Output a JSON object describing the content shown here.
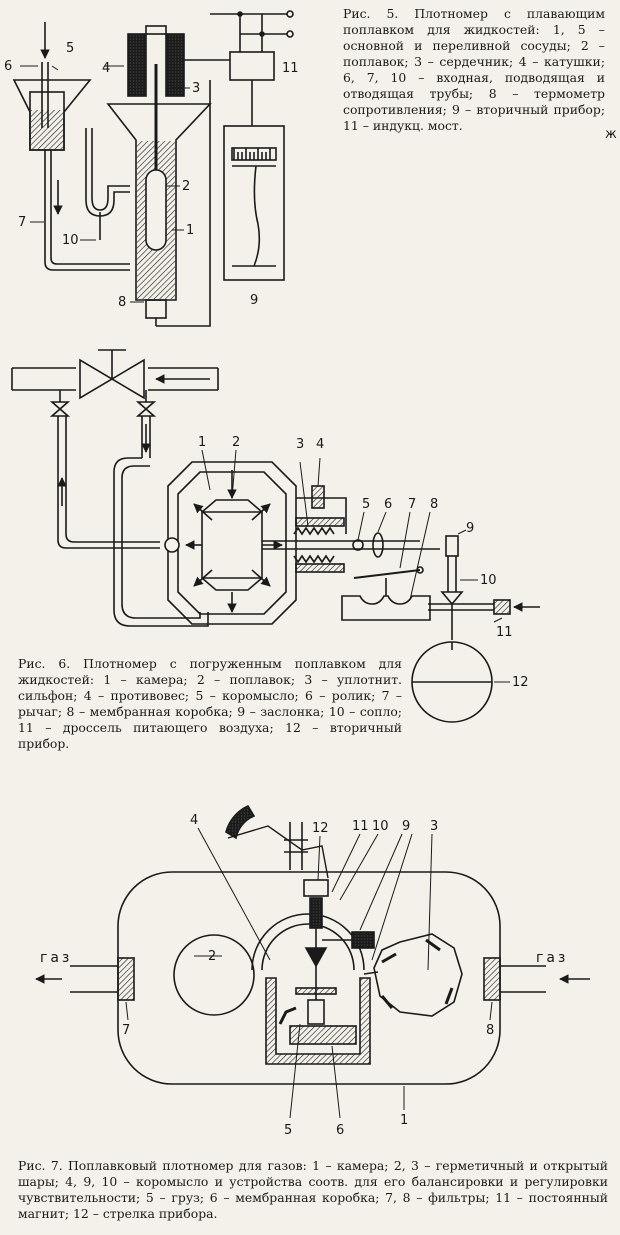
{
  "captions": {
    "fig5": "Рис. 5. Плотномер с плавающим поплавком для жидкостей: 1, 5 – основной и переливной сосуды; 2 – поплавок; 3 – сердечник; 4 – катушки; 6, 7, 10 – входная, подводящая и отводящая трубы; 8 – термометр сопротивления; 9 – вторичный прибор; 11 – индукц. мост.",
    "fig6": "Рис. 6. Плотномер с погруженным поплавком для жидкостей: 1 – камера; 2 – поплавок; 3 – уплотнит. сильфон; 4 – противовес; 5 – коромысло; 6 – ролик; 7 – рычаг; 8 – мембранная коробка; 9 – заслонка; 10 – сопло; 11 – дроссель питающего воздуха; 12 – вторичный прибор.",
    "fig7": "Рис. 7. Поплавковый плотномер для газов: 1 – камера; 2, 3 – герметичный и открытый шары; 4, 9, 10 – коромысло и устройства соотв. для его балансировки и регулировки чувствительности; 5 – груз; 6 – мембранная коробка; 7, 8 – фильтры; 11 – постоянный магнит; 12 – стрелка прибора."
  },
  "margin_mark": "ж",
  "fig5_labels": {
    "l1": "1",
    "l2": "2",
    "l3": "3",
    "l4": "4",
    "l5": "5",
    "l6": "6",
    "l7": "7",
    "l8": "8",
    "l9": "9",
    "l10": "10",
    "l11": "11"
  },
  "fig6_labels": {
    "l1": "1",
    "l2": "2",
    "l3": "3",
    "l4": "4",
    "l5": "5",
    "l6": "6",
    "l7": "7",
    "l8": "8",
    "l9": "9",
    "l10": "10",
    "l11": "11",
    "l12": "12"
  },
  "fig7_labels": {
    "l1": "1",
    "l2": "2",
    "l3": "3",
    "l4": "4",
    "l5": "5",
    "l6": "6",
    "l7": "7",
    "l8": "8",
    "l9": "9",
    "l10": "10",
    "l11": "11",
    "l12": "12",
    "gas_left": "газ",
    "gas_right": "газ"
  },
  "colors": {
    "ink": "#1a1a1a",
    "paper": "#f4f1ea"
  }
}
